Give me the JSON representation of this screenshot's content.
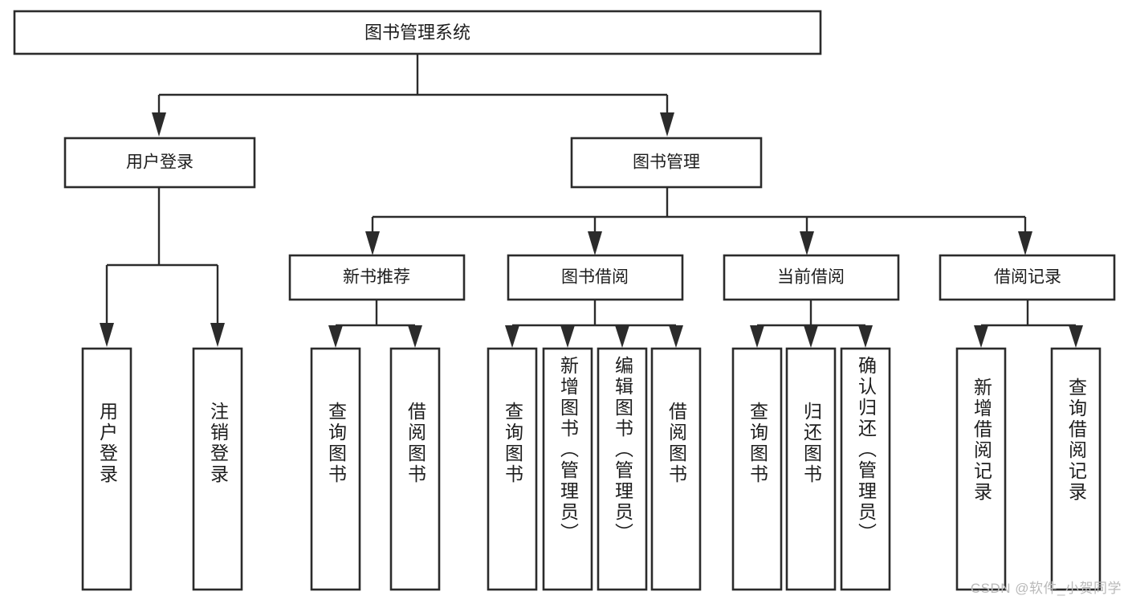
{
  "diagram": {
    "title_text": "图书管理系统",
    "type": "tree-hierarchy-diagram",
    "orientation": "top-down",
    "colors": {
      "box_fill": "#ffffff",
      "box_stroke": "#2b2b2b",
      "connector": "#2b2b2b",
      "text": "#1d1d1d",
      "background": "#ffffff",
      "watermark": "#b9b9b9"
    }
  },
  "root": {
    "label": "图书管理系统"
  },
  "level2": [
    {
      "label": "用户登录"
    },
    {
      "label": "图书管理"
    }
  ],
  "level3": [
    {
      "label": "新书推荐"
    },
    {
      "label": "图书借阅"
    },
    {
      "label": "当前借阅"
    },
    {
      "label": "借阅记录"
    }
  ],
  "leaves": {
    "user_login": [
      {
        "label": "用户登录"
      },
      {
        "label": "注销登录"
      }
    ],
    "new_book_recommend": [
      {
        "label": "查询图书"
      },
      {
        "label": "借阅图书"
      }
    ],
    "book_borrow": [
      {
        "label": "查询图书"
      },
      {
        "label": "新增图书（管理员）"
      },
      {
        "label": "编辑图书（管理员）"
      },
      {
        "label": "借阅图书"
      }
    ],
    "current_borrow": [
      {
        "label": "查询图书"
      },
      {
        "label": "归还图书"
      },
      {
        "label": "确认归还（管理员）"
      }
    ],
    "borrow_records": [
      {
        "label": "新增借阅记录"
      },
      {
        "label": "查询借阅记录"
      }
    ]
  },
  "watermark": {
    "text": "CSDN @软件_小贺同学"
  }
}
